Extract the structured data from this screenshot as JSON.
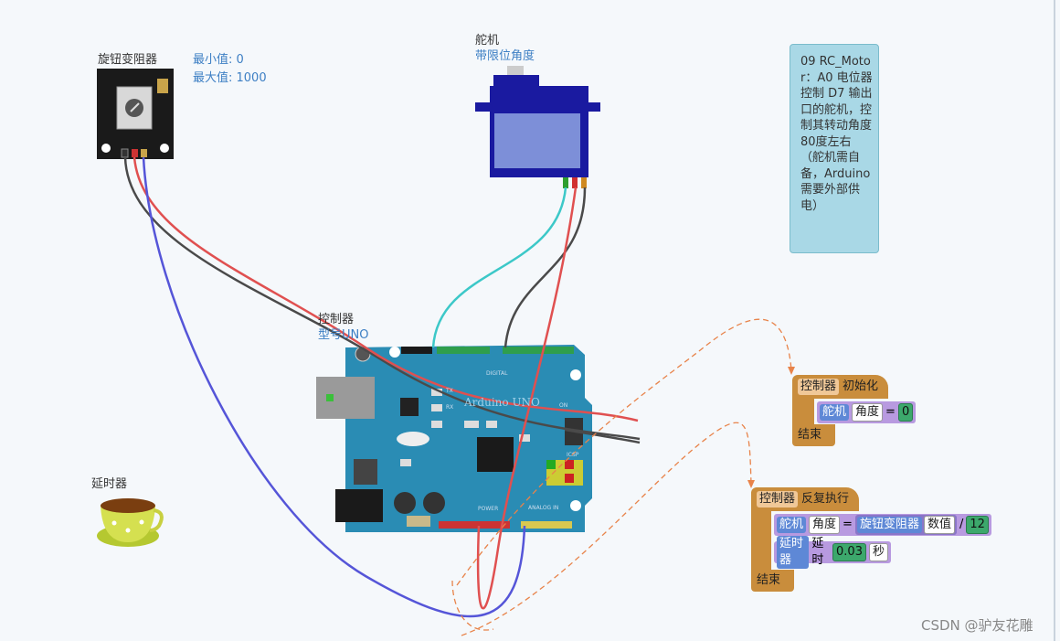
{
  "potentiometer": {
    "title": "旋钮变阻器",
    "min_label": "最小值: 0",
    "max_label": "最大值: 1000"
  },
  "servo": {
    "title": "舵机",
    "subtitle": "带限位角度"
  },
  "controller": {
    "title": "控制器",
    "subtitle": "型号UNO"
  },
  "timer": {
    "title": "延时器"
  },
  "board": {
    "name": "Arduino",
    "model": "UNO",
    "digital_label": "DIGITAL",
    "analog_label": "ANALOG IN",
    "power_label": "POWER",
    "icsp_label": "ICSP",
    "on_label": "ON",
    "tx_label": "TX",
    "rx_label": "RX"
  },
  "note": {
    "text": "09 RC_Motor：A0 电位器控制 D7 输出口的舵机，控制其转动角度80度左右（舵机需自备，Arduino 需要外部供电）"
  },
  "init_block": {
    "owner": "控制器",
    "event": "初始化",
    "device": "舵机",
    "prop": "角度",
    "op": "=",
    "value": "0",
    "end": "结束"
  },
  "loop_block": {
    "owner": "控制器",
    "event": "反复执行",
    "device": "舵机",
    "prop": "角度",
    "op": "=",
    "sensor": "旋钮变阻器",
    "sensor_prop": "数值",
    "div": "/",
    "divisor": "12",
    "timer": "延时器",
    "timer_action": "延时",
    "delay": "0.03",
    "unit": "秒",
    "end": "结束"
  },
  "watermark": "CSDN @驴友花雕",
  "colors": {
    "wire_red": "#e05050",
    "wire_black": "#4a4a4a",
    "wire_blue": "#5555d8",
    "wire_cyan": "#3cc8c8",
    "flow_arrow": "#e8834a",
    "board": "#2a8cb4"
  }
}
